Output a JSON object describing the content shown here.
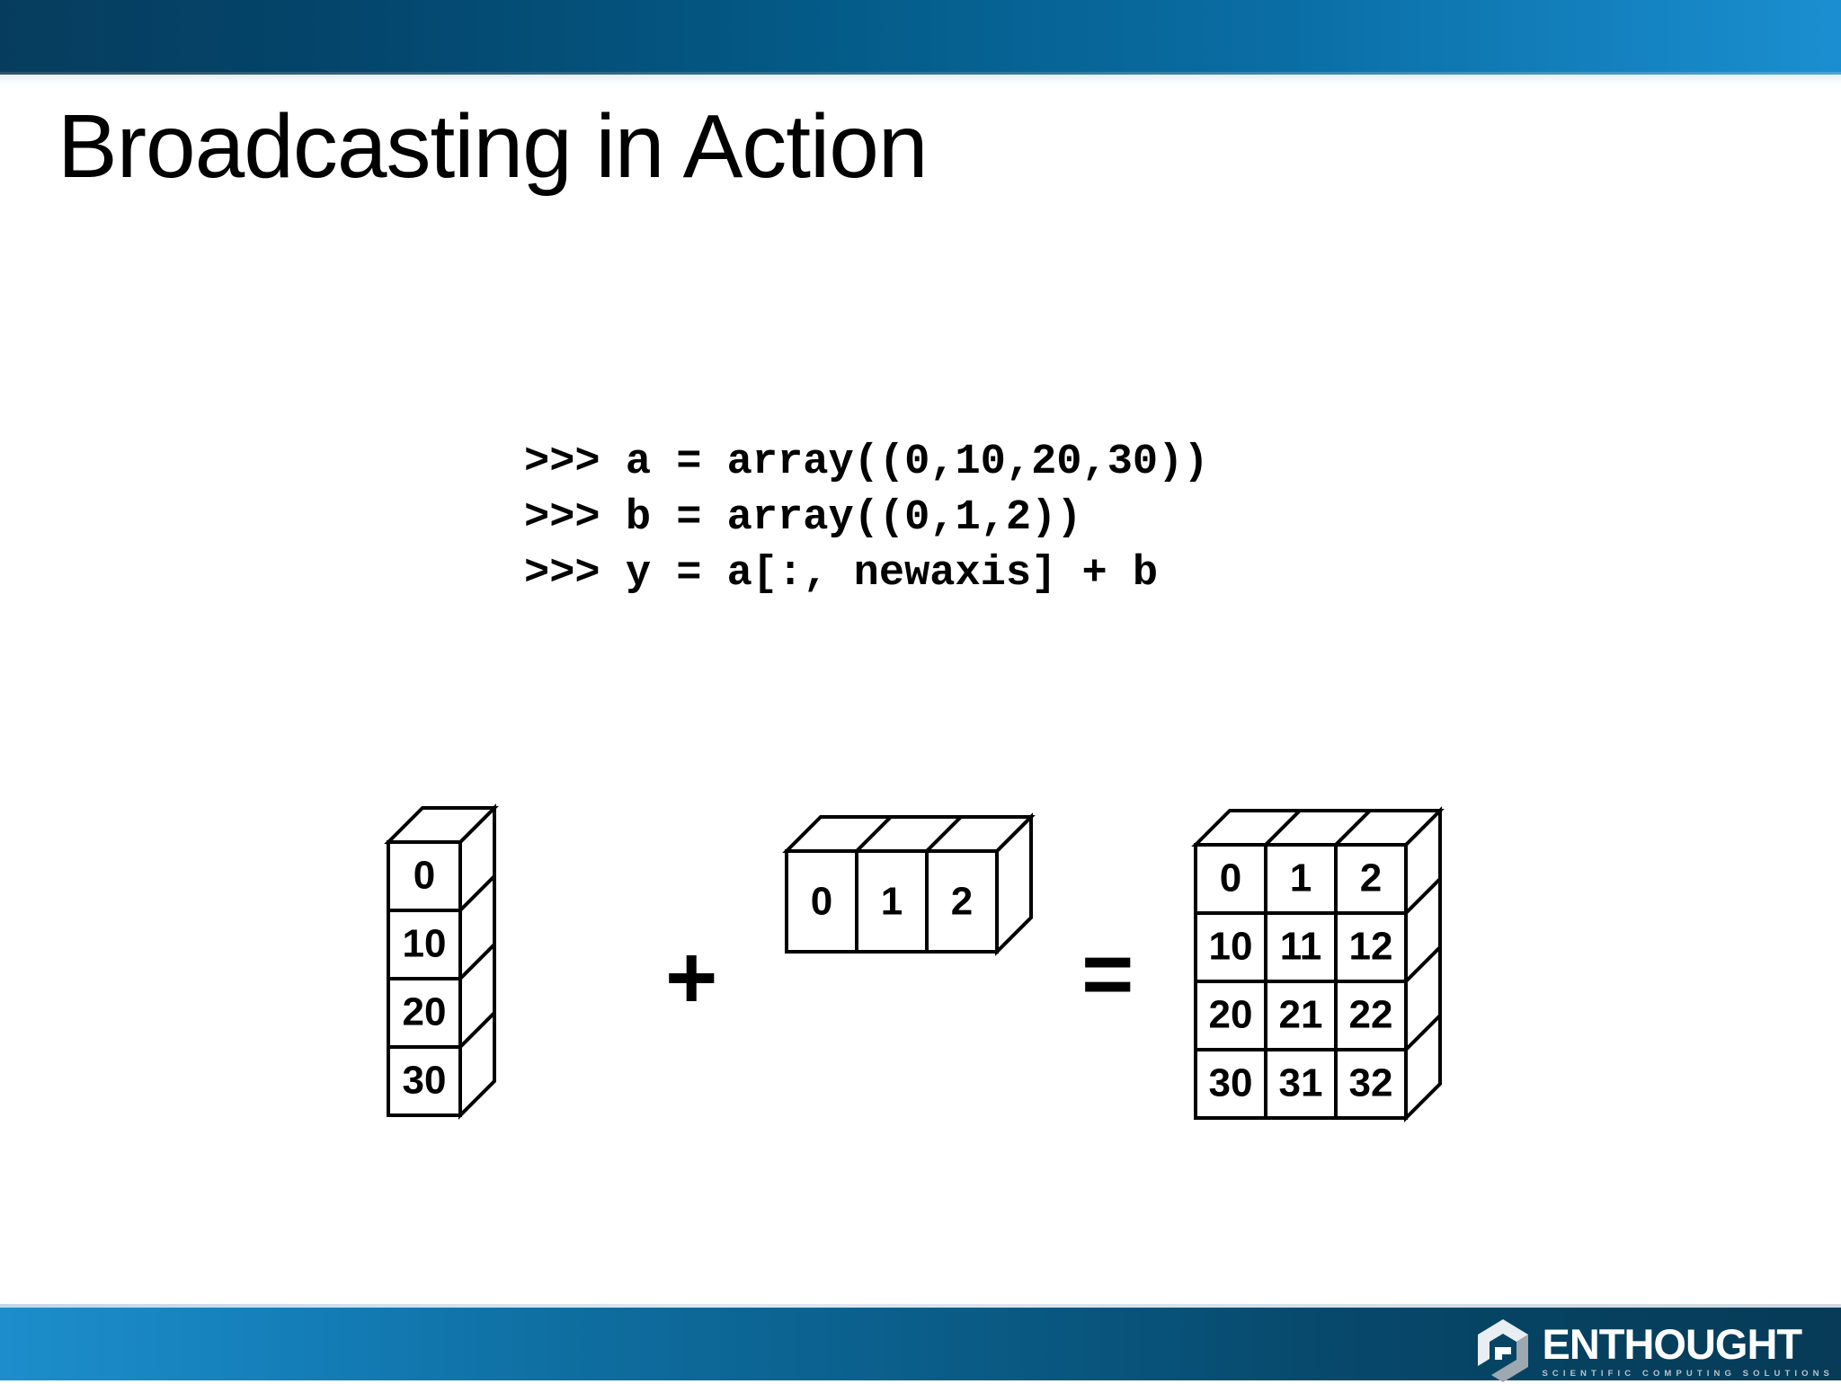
{
  "slide": {
    "title": "Broadcasting in Action",
    "background_color": "#ffffff",
    "top_banner_colors": [
      "#063d5e",
      "#1a8fd0"
    ],
    "bottom_banner_colors": [
      "#1d8ecb",
      "#073b57"
    ]
  },
  "code": {
    "lines": [
      ">>> a = array((0,10,20,30))",
      ">>> b = array((0,1,2))",
      ">>> y = a[:, newaxis] + b"
    ],
    "text": ">>> a = array((0,10,20,30))\n>>> b = array((0,1,2))\n>>> y = a[:, newaxis] + b"
  },
  "chart_data": {
    "type": "diagram",
    "title": "Broadcasting in Action",
    "description": "Column array a of shape (4,1) plus row array b of shape (1,3) broadcast to a 4x3 result grid",
    "operands": [
      {
        "name": "a",
        "shape": [
          4,
          1
        ],
        "orientation": "column",
        "values": [
          [
            "0"
          ],
          [
            "10"
          ],
          [
            "20"
          ],
          [
            "30"
          ]
        ],
        "flat_values": [
          "0",
          "10",
          "20",
          "30"
        ]
      },
      {
        "name": "b",
        "shape": [
          1,
          3
        ],
        "orientation": "row",
        "values": [
          [
            "0",
            "1",
            "2"
          ]
        ],
        "flat_values": [
          "0",
          "1",
          "2"
        ]
      }
    ],
    "operators": [
      "+",
      "="
    ],
    "result": {
      "name": "y",
      "shape": [
        4,
        3
      ],
      "values": [
        [
          "0",
          "1",
          "2"
        ],
        [
          "10",
          "11",
          "12"
        ],
        [
          "20",
          "21",
          "22"
        ],
        [
          "30",
          "31",
          "32"
        ]
      ]
    },
    "style": {
      "stroke": "#000000",
      "fill": "#ffffff",
      "label_color": "#000000"
    }
  },
  "operators": {
    "plus": "+",
    "equals": "="
  },
  "logo": {
    "word": "ENTHOUGHT",
    "tagline": "SCIENTIFIC COMPUTING SOLUTIONS"
  }
}
